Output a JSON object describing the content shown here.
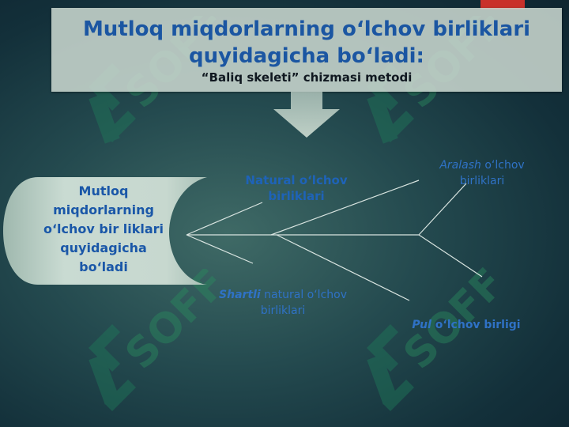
{
  "title": "Mutloq miqdorlarning o‘lchov birliklari quyidagicha bo‘ladi:",
  "subtitle": "“Baliq skeleti” chizmasi metodi",
  "head_text": "Mutloq miqdorlarning o‘lchov bir liklari quyidagicha bo‘ladi",
  "branches": {
    "natural": "Natural o‘lchov birliklari",
    "aralash_em": "Aralash",
    "aralash_rest": " o‘lchov birliklari",
    "shartli_em": "Shartli",
    "shartli_rest": " natural o‘lchov birliklari",
    "pul_em": "Pul",
    "pul_rest": " o‘lchov birligi"
  },
  "watermark": "SOFF",
  "colors": {
    "title": "#1b56a2",
    "label": "#1e63b8",
    "line": "#d8e4e0"
  }
}
